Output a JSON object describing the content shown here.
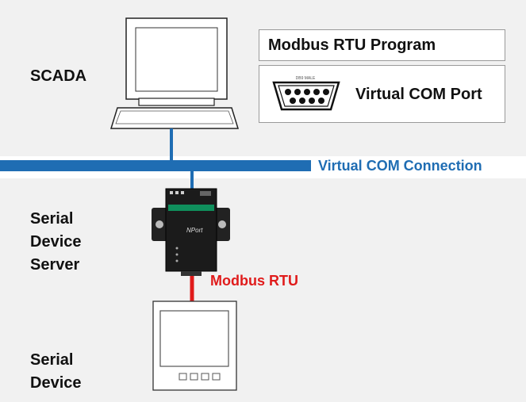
{
  "labels": {
    "scada": "SCADA",
    "serial_device_server": [
      "Serial",
      "Device",
      "Server"
    ],
    "serial_device": [
      "Serial",
      "Device"
    ]
  },
  "program_box": {
    "text": "Modbus RTU Program"
  },
  "com_box": {
    "text": "Virtual COM Port",
    "icon": "db9-port-icon"
  },
  "connections": {
    "virtual_com": {
      "text": "Virtual COM Connection",
      "color": "#1f6db3"
    },
    "modbus_rtu": {
      "text": "Modbus RTU",
      "color": "#e01b1b"
    }
  },
  "device_server": {
    "brand_text": "NPort",
    "icon": "nport-device-icon"
  },
  "colors": {
    "bus": "#1f6db3",
    "serial_line": "#e01b1b"
  }
}
